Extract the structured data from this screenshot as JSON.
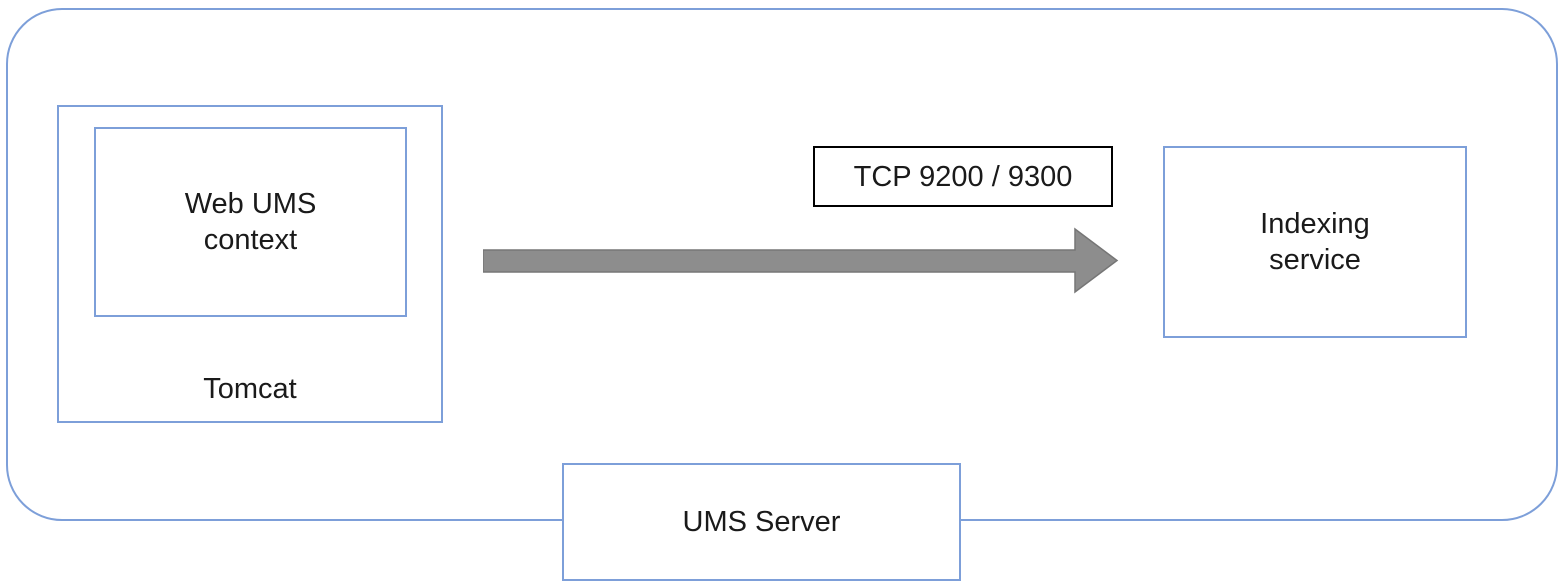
{
  "nodes": {
    "web_ums_context": {
      "label": "Web UMS\ncontext"
    },
    "tomcat": {
      "label": "Tomcat"
    },
    "indexing_service": {
      "label": "Indexing\nservice"
    },
    "ums_server": {
      "label": "UMS Server"
    }
  },
  "connection": {
    "label": "TCP 9200 / 9300",
    "from": "Tomcat",
    "to": "Indexing service",
    "direction": "right"
  },
  "colors": {
    "node_border": "#7d9fd9",
    "connection_label_border": "#000000",
    "arrow_fill": "#8d8d8d",
    "arrow_stroke": "#767676",
    "text": "#1a1a1a",
    "background": "#ffffff"
  }
}
